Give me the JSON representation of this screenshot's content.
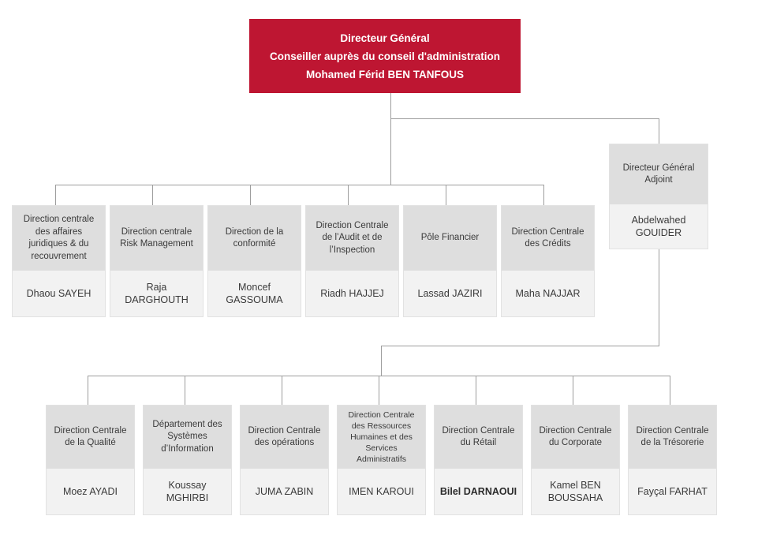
{
  "colors": {
    "accent_red": "#be1632",
    "box_header": "#dedede",
    "box_body": "#f2f2f2",
    "line": "#9d9d9d",
    "text": "#3a3a3a"
  },
  "root": {
    "line1": "Directeur Général",
    "line2": "Conseiller auprès du conseil d'administration",
    "line3": "Mohamed Férid BEN TANFOUS"
  },
  "deputy": {
    "title": "Directeur Général Adjoint",
    "person": "Abdelwahed GOUIDER"
  },
  "row2": [
    {
      "title": "Direction centrale des affaires juridiques & du recouvrement",
      "person": "Dhaou SAYEH"
    },
    {
      "title": "Direction centrale Risk Management",
      "person": "Raja DARGHOUTH"
    },
    {
      "title": "Direction de la conformité",
      "person": "Moncef GASSOUMA"
    },
    {
      "title": "Direction Centrale de l’Audit et de l’Inspection",
      "person": "Riadh HAJJEJ"
    },
    {
      "title": "Pôle Financier",
      "person": "Lassad JAZIRI"
    },
    {
      "title": "Direction Centrale des Crédits",
      "person": "Maha NAJJAR"
    }
  ],
  "row3": [
    {
      "title": "Direction Centrale de la Qualité",
      "person": "Moez AYADI"
    },
    {
      "title": "Département des Systèmes d’Information",
      "person": "Koussay MGHIRBI"
    },
    {
      "title": "Direction Centrale des opérations",
      "person": "JUMA ZABIN"
    },
    {
      "title": "Direction Centrale des Ressources Humaines et des Services Administratifs",
      "person": "IMEN KAROUI"
    },
    {
      "title": "Direction Centrale du Rétail",
      "person": "Bilel  DARNAOUI"
    },
    {
      "title": "Direction Centrale du Corporate",
      "person": "Kamel  BEN BOUSSAHA"
    },
    {
      "title": "Direction Centrale de la Trésorerie",
      "person": "Fayçal FARHAT"
    }
  ]
}
